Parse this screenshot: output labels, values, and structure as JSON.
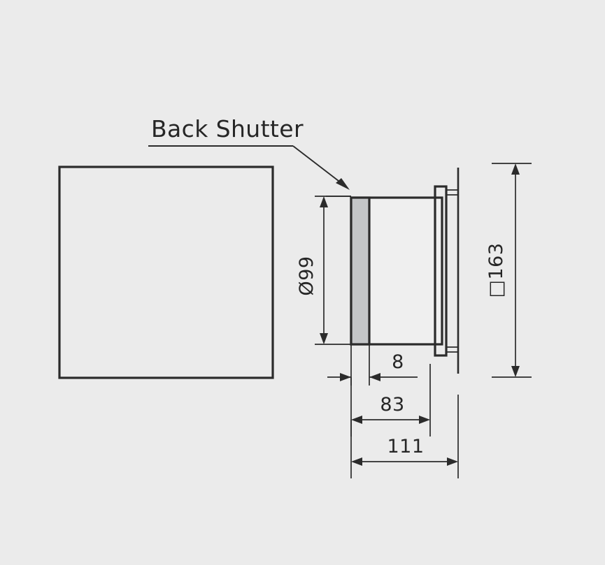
{
  "drawing": {
    "kind": "technical-dimension-drawing",
    "background_color": "#ebebeb",
    "line_color": "#2b2b2b",
    "shutter_fill_color": "#c4c6c8",
    "body_fill_color": "#efefef",
    "annotation": {
      "label": "Back Shutter",
      "has_underline": true,
      "leader_points_to": "shutter-band"
    },
    "dimensions": {
      "diameter_vertical": "Ø99",
      "square_vertical": "□163",
      "shutter_thickness": "8",
      "duct_length": "83",
      "total_depth": "111"
    },
    "views": {
      "front_view_name": "front-square-panel",
      "side_view_name": "side-section-view"
    }
  }
}
